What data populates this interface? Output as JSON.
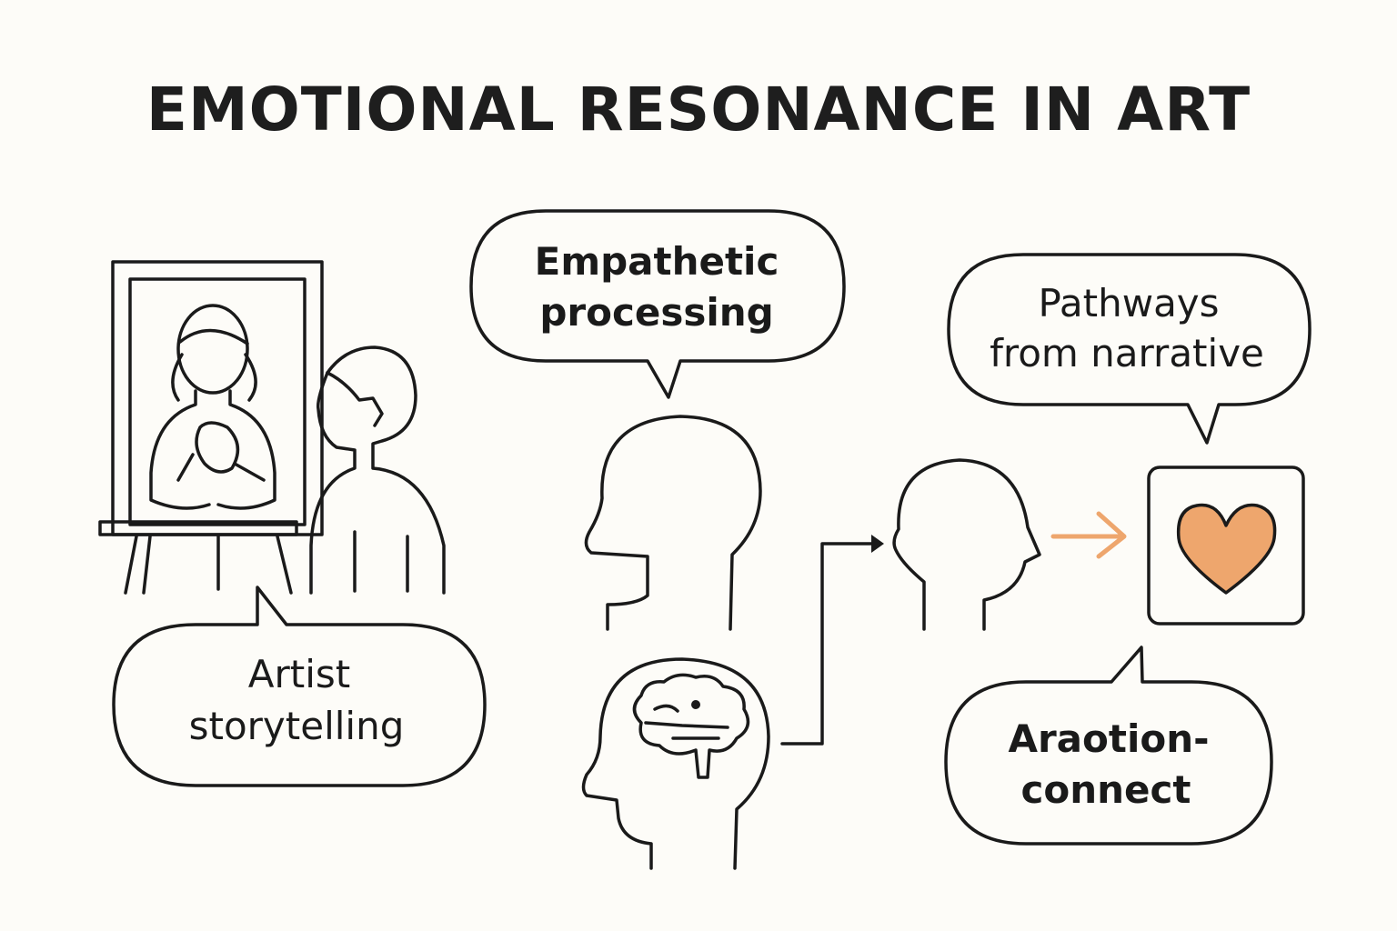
{
  "title": "EMOTIONAL RESONANCE IN ART",
  "bubbles": {
    "empathetic": {
      "line1": "Empathetic",
      "line2": "processing"
    },
    "pathways": {
      "line1": "Pathways",
      "line2": "from narrative"
    },
    "artist": {
      "line1": "Artist",
      "line2": "storytelling"
    },
    "connect": {
      "line1": "Araotion-",
      "line2": "connect"
    }
  },
  "colors": {
    "accent": "#eea66d",
    "ink": "#1a1a1a",
    "background": "#fdfcf8"
  }
}
